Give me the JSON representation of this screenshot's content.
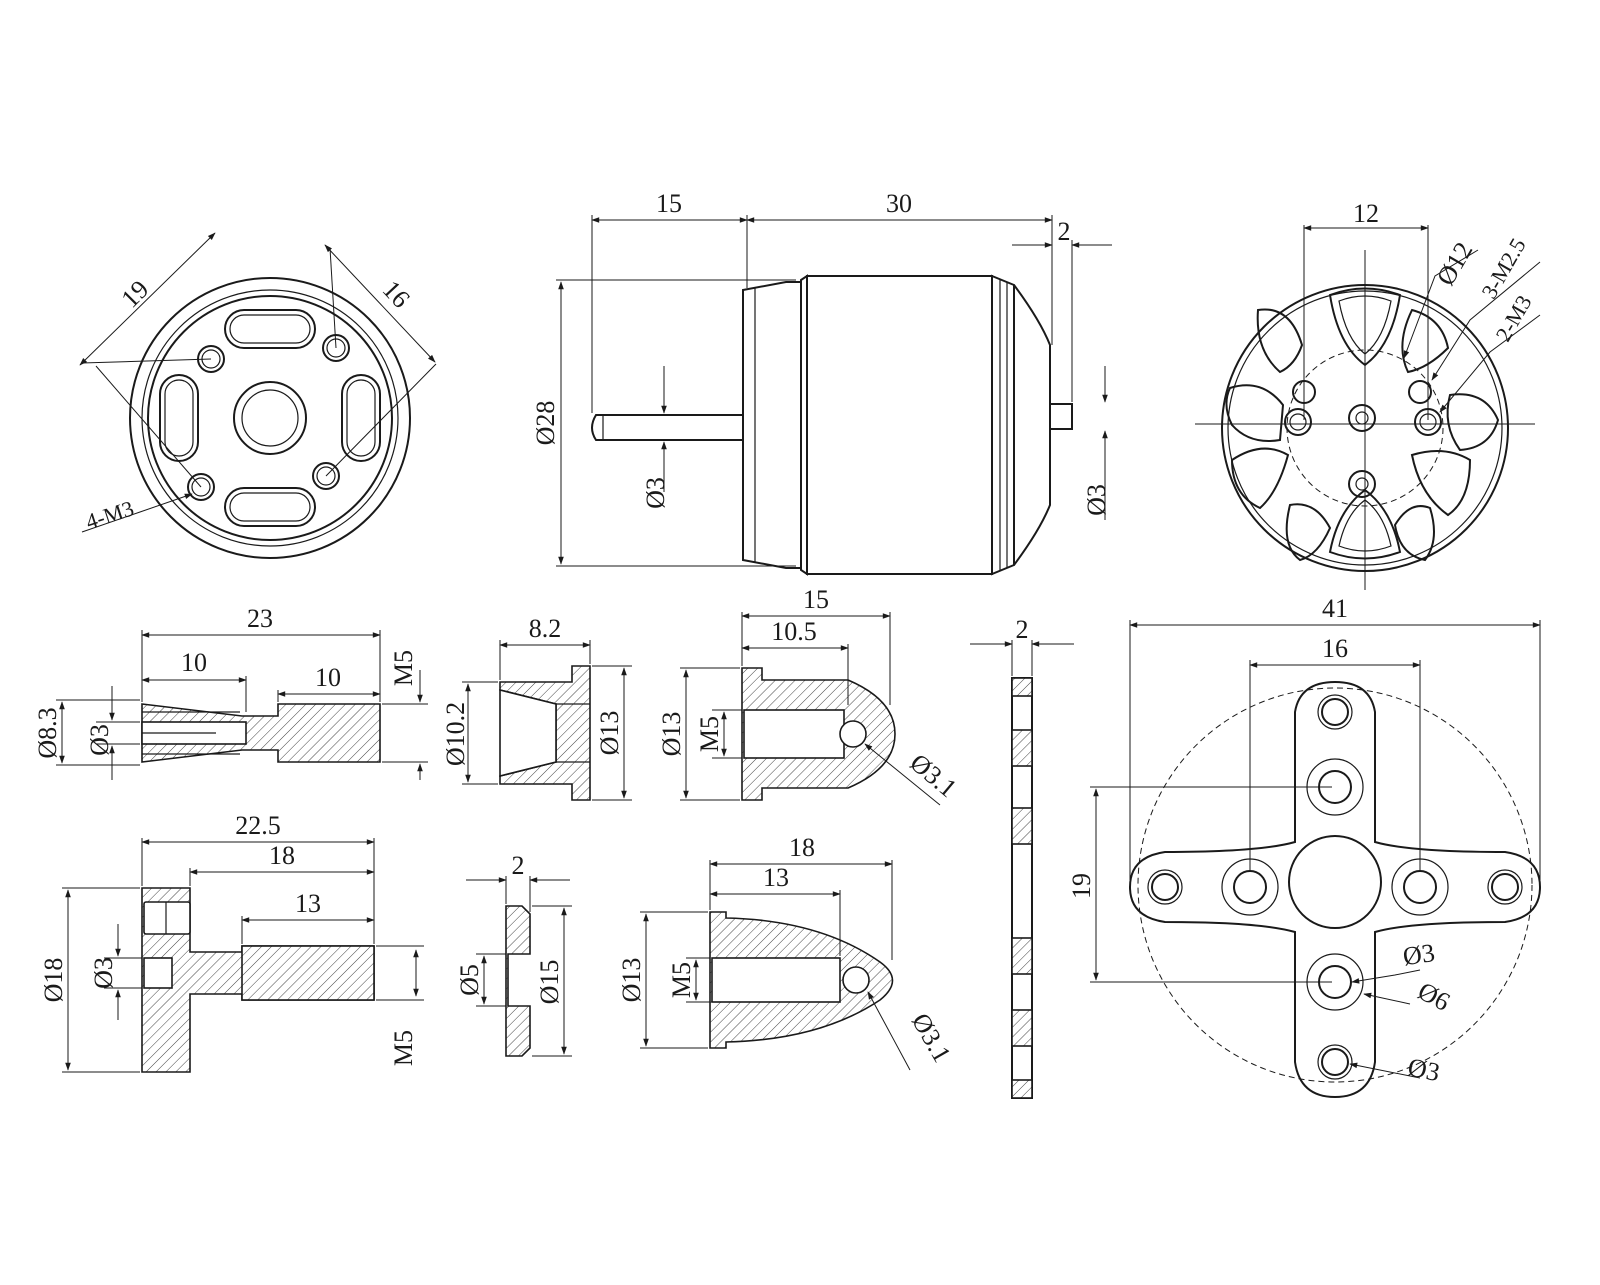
{
  "drawing": {
    "front_view": {
      "pattern_a": "19",
      "pattern_b": "16",
      "holes": "4-M3"
    },
    "side_view": {
      "shaft_length": "15",
      "body_length": "30",
      "rear_gap": "2",
      "body_diameter": "Ø28",
      "shaft_front": "Ø3",
      "shaft_rear": "Ø3"
    },
    "rear_view": {
      "spacing": "12",
      "circle": "Ø12",
      "holes_a": "3-M2.5",
      "holes_b": "2-M3"
    },
    "adapter_a": {
      "total": "23",
      "bore_len": "10",
      "thread_len": "10",
      "thread": "M5",
      "outer": "Ø8.3",
      "bore": "Ø3"
    },
    "cone_spacer": {
      "length": "8.2",
      "inner": "Ø10.2",
      "outer": "Ø13"
    },
    "spinner_a": {
      "length": "15",
      "thread_len": "10.5",
      "base": "Ø13",
      "thread": "M5",
      "hole": "Ø3.1"
    },
    "plate_profile": {
      "thickness": "2"
    },
    "mount": {
      "span": "41",
      "pitch": "16",
      "offset": "19",
      "hole_a": "Ø3",
      "hole_b": "Ø6",
      "hole_c": "Ø3"
    },
    "adapter_b": {
      "total": "22.5",
      "mid": "18",
      "thread_len": "13",
      "flange": "Ø18",
      "bore": "Ø3",
      "thread": "M5"
    },
    "washer": {
      "thickness": "2",
      "inner": "Ø5",
      "outer": "Ø15"
    },
    "spinner_b": {
      "length": "18",
      "thread_len": "13",
      "base": "Ø13",
      "thread": "M5",
      "hole": "Ø3.1"
    }
  }
}
